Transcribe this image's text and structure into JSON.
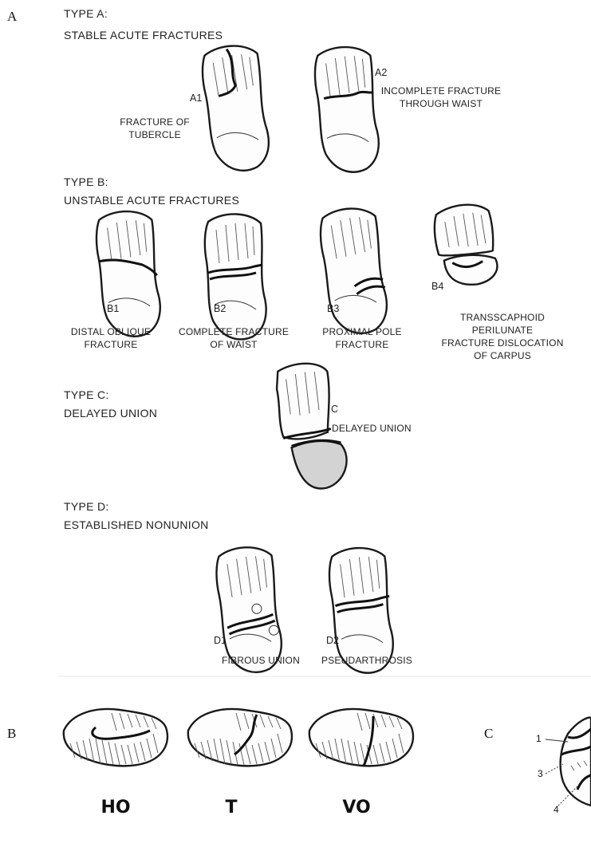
{
  "panels": {
    "a": "A",
    "b": "B",
    "c": "C"
  },
  "type_a": {
    "header_1": "TYPE A:",
    "header_2": "STABLE ACUTE FRACTURES",
    "a1": {
      "code": "A1",
      "desc_1": "FRACTURE OF",
      "desc_2": "TUBERCLE"
    },
    "a2": {
      "code": "A2",
      "desc_1": "INCOMPLETE FRACTURE",
      "desc_2": "THROUGH WAIST"
    }
  },
  "type_b": {
    "header_1": "TYPE B:",
    "header_2": "UNSTABLE ACUTE FRACTURES",
    "b1": {
      "code": "B1",
      "desc_1": "DISTAL OBLIQUE",
      "desc_2": "FRACTURE"
    },
    "b2": {
      "code": "B2",
      "desc_1": "COMPLETE FRACTURE",
      "desc_2": "OF WAIST"
    },
    "b3": {
      "code": "B3",
      "desc_1": "PROXIMAL POLE",
      "desc_2": "FRACTURE"
    },
    "b4": {
      "code": "B4",
      "desc_1": "TRANSSCAPHOID",
      "desc_2": "PERILUNATE",
      "desc_3": "FRACTURE DISLOCATION",
      "desc_4": "OF CARPUS"
    }
  },
  "type_c": {
    "header_1": "TYPE C:",
    "header_2": "DELAYED UNION",
    "c": {
      "code": "C",
      "desc": "DELAYED UNION"
    }
  },
  "type_d": {
    "header_1": "TYPE D:",
    "header_2": "ESTABLISHED NONUNION",
    "d1": {
      "code": "D1",
      "desc": "FIBROUS UNION"
    },
    "d2": {
      "code": "D2",
      "desc": "PSEUDARTHROSIS"
    }
  },
  "panel_b": {
    "ho": "HO",
    "t": "T",
    "vo": "VO"
  },
  "panel_c": {
    "n1": "1",
    "n3": "3",
    "n4": "4"
  }
}
